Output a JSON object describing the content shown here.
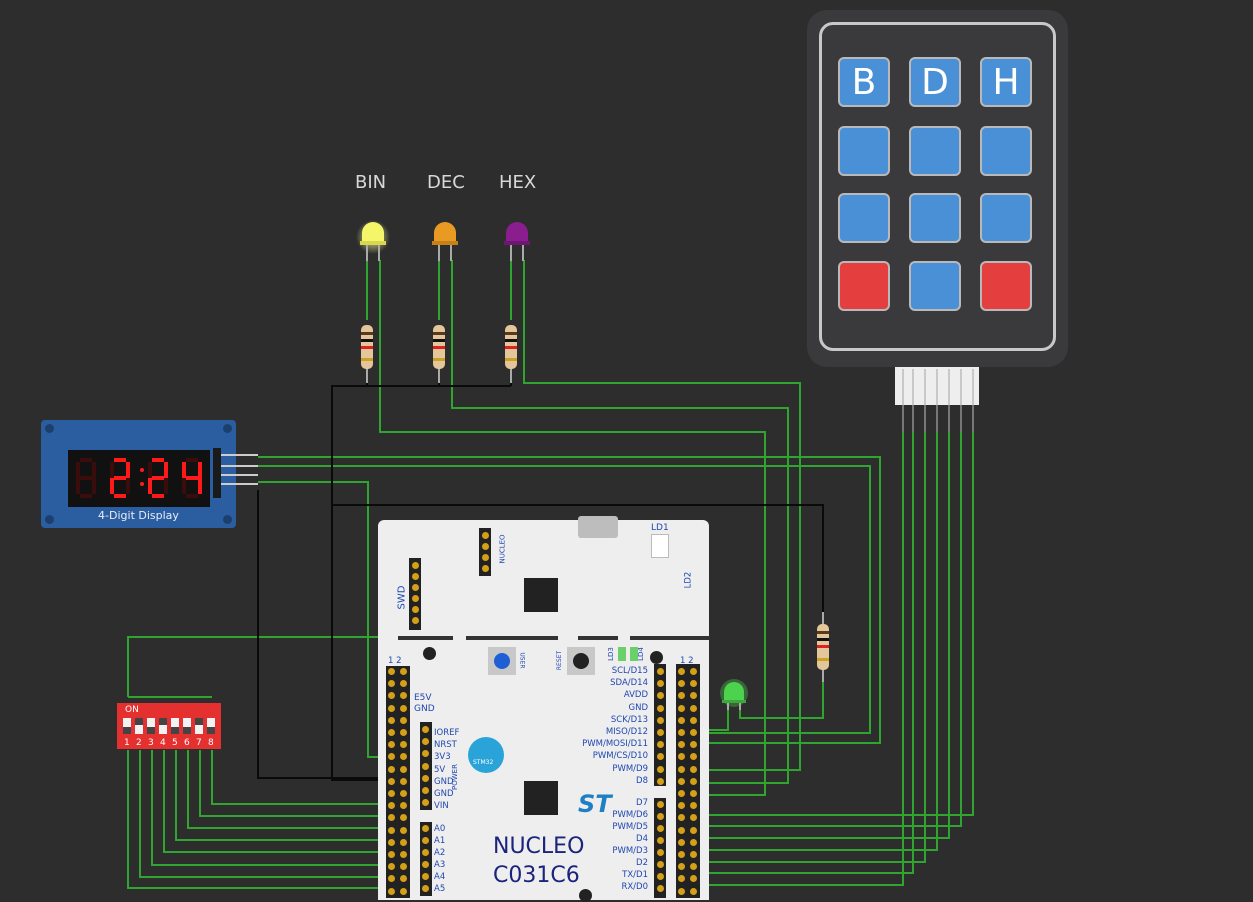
{
  "leds": [
    {
      "label": "BIN",
      "color": "yellow",
      "hex": "#f5f56a",
      "state": "on"
    },
    {
      "label": "DEC",
      "color": "orange",
      "hex": "#e89a22",
      "state": "off"
    },
    {
      "label": "HEX",
      "color": "purple",
      "hex": "#8a1e8e",
      "state": "off"
    }
  ],
  "status_led": {
    "color": "green",
    "hex": "#4cd24c",
    "state": "on"
  },
  "keypad": {
    "keys": [
      {
        "label": "B",
        "color": "blue"
      },
      {
        "label": "D",
        "color": "blue"
      },
      {
        "label": "H",
        "color": "blue"
      },
      {
        "label": "",
        "color": "blue"
      },
      {
        "label": "",
        "color": "blue"
      },
      {
        "label": "",
        "color": "blue"
      },
      {
        "label": "",
        "color": "blue"
      },
      {
        "label": "",
        "color": "blue"
      },
      {
        "label": "",
        "color": "blue"
      },
      {
        "label": "",
        "color": "red"
      },
      {
        "label": "",
        "color": "blue"
      },
      {
        "label": "",
        "color": "red"
      }
    ]
  },
  "seven_segment": {
    "label": "4-Digit Display",
    "digits": [
      "8",
      "2",
      "2",
      "4"
    ],
    "digit_states": [
      "off",
      "on",
      "on",
      "on"
    ],
    "colon": true
  },
  "dip_switch": {
    "on_label": "ON",
    "switch_numbers": [
      "1",
      "2",
      "3",
      "4",
      "5",
      "6",
      "7",
      "8"
    ],
    "positions": [
      "off",
      "on",
      "off",
      "on",
      "off",
      "off",
      "on",
      "off"
    ]
  },
  "board": {
    "title_line1": "NUCLEO",
    "title_line2": "C031C6",
    "labels": {
      "swd": "SWD",
      "nucleo_vertical": "NUCLEO",
      "ld1": "LD1",
      "ld2": "LD2",
      "ld3": "LD3",
      "ld4": "LD4",
      "user": "USER",
      "reset": "RESET",
      "e5v": "E5V",
      "gnd": "GND",
      "power": "POWER",
      "stm32": "STM32",
      "hdr_left_12": "1 2",
      "hdr_right_12": "1 2"
    },
    "left_power_pins": [
      "IOREF",
      "NRST",
      "3V3",
      "5V",
      "GND",
      "GND",
      "VIN"
    ],
    "left_analog_pins": [
      "A0",
      "A1",
      "A2",
      "A3",
      "A4",
      "A5"
    ],
    "right_pins": [
      "SCL/D15",
      "SDA/D14",
      "AVDD",
      "GND",
      "SCK/D13",
      "MISO/D12",
      "PWM/MOSI/D11",
      "PWM/CS/D10",
      "PWM/D9",
      "D8",
      "D7",
      "PWM/D6",
      "PWM/D5",
      "D4",
      "PWM/D3",
      "D2",
      "TX/D1",
      "RX/D0"
    ]
  },
  "colors": {
    "wire_green": "#2fa52f",
    "wire_black": "#0a0a0a",
    "background": "#2d2d2d"
  }
}
